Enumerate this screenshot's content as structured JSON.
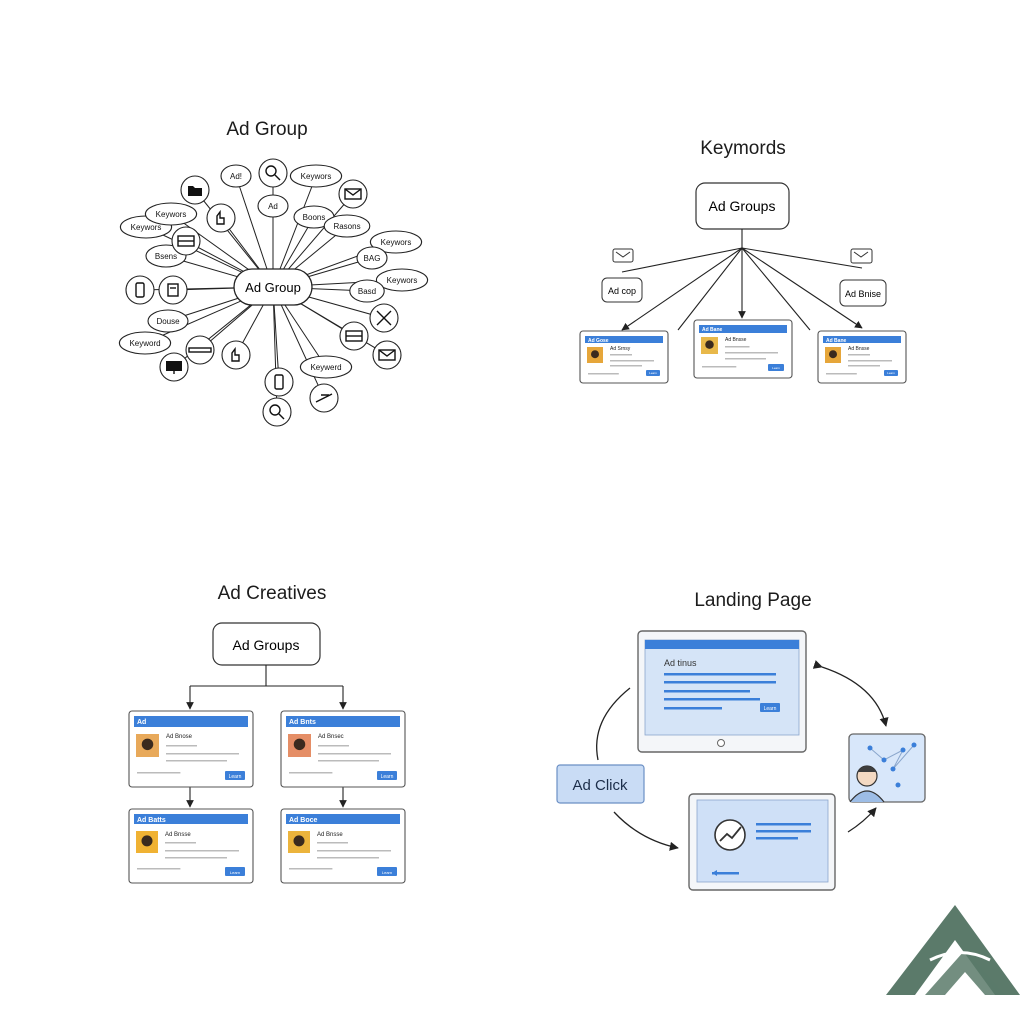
{
  "panels": {
    "ad_group": {
      "title": "Ad Group",
      "hub_label": "Ad Group",
      "nodes": [
        {
          "label": "Ad!"
        },
        {
          "label": "",
          "icon": "magnifier-icon"
        },
        {
          "label": "Keywors"
        },
        {
          "label": "",
          "icon": "envelope-icon"
        },
        {
          "label": "Ad"
        },
        {
          "label": "Boons"
        },
        {
          "label": "Rasons"
        },
        {
          "label": "Keywors"
        },
        {
          "label": "BAG"
        },
        {
          "label": "Keywors"
        },
        {
          "label": "Basd"
        },
        {
          "label": "",
          "icon": "close-x-icon"
        },
        {
          "label": "",
          "icon": "card-icon"
        },
        {
          "label": "",
          "icon": "envelope-icon"
        },
        {
          "label": "Keywerd"
        },
        {
          "label": "",
          "icon": "tools-icon"
        },
        {
          "label": "",
          "icon": "search-icon"
        },
        {
          "label": "",
          "icon": "phone-icon"
        },
        {
          "label": "",
          "icon": "hand-cursor-icon"
        },
        {
          "label": "",
          "icon": "bar-icon"
        },
        {
          "label": "",
          "icon": "monitor-icon"
        },
        {
          "label": "Keyword"
        },
        {
          "label": "Douse"
        },
        {
          "label": "",
          "icon": "clipboard-icon"
        },
        {
          "label": "",
          "icon": "bottle-icon"
        },
        {
          "label": "Bsens"
        },
        {
          "label": "",
          "icon": "calculator-icon"
        },
        {
          "label": "Keywors"
        },
        {
          "label": "Keywors"
        },
        {
          "label": "",
          "icon": "folder-icon"
        },
        {
          "label": "",
          "icon": "chess-icon"
        }
      ]
    },
    "keywords": {
      "title": "Keymords",
      "root_label": "Ad Groups",
      "sub_labels": [
        "Ad cop",
        "Ad Bnise"
      ],
      "cards": [
        {
          "header": "Ad Gose",
          "headline": "Ad Srnsy",
          "button": "Learn"
        },
        {
          "header": "Ad Bane",
          "headline": "Ad Bnsse",
          "button": "Learn"
        },
        {
          "header": "Ad Bane",
          "headline": "Ad Bnsse",
          "button": "Learn"
        }
      ]
    },
    "creatives": {
      "title": "Ad Creatives",
      "root_label": "Ad Groups",
      "cards": [
        {
          "header": "Ad",
          "headline": "Ad Bnose",
          "button": "Learn"
        },
        {
          "header": "Ad Bnts",
          "headline": "Ad Bnsec",
          "button": "Learn"
        },
        {
          "header": "Ad Batts",
          "headline": "Ad Bnsse",
          "button": "Learn"
        },
        {
          "header": "Ad Boce",
          "headline": "Ad Bnsse",
          "button": "Learn"
        }
      ]
    },
    "landing": {
      "title": "Landing Page",
      "click_label": "Ad Click",
      "page_heading": "Ad tinus",
      "page_button": "Learn"
    }
  },
  "colors": {
    "blue": "#3b7fd9",
    "light_blue": "#cfe0f7",
    "card_border": "#555555",
    "logo_green": "#5b7a6a"
  }
}
